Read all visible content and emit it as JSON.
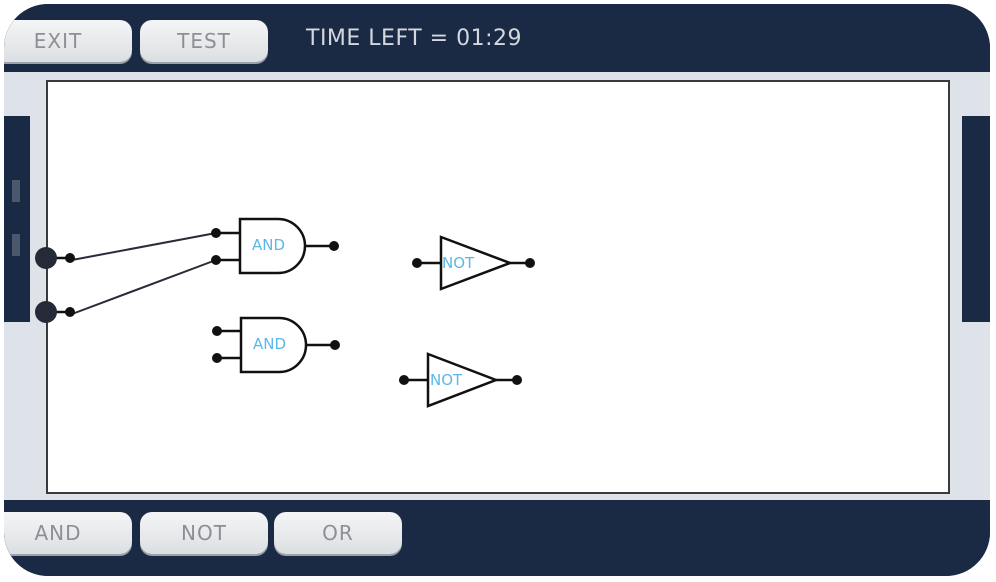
{
  "toolbar": {
    "exit_label": "EXIT",
    "test_label": "TEST",
    "timer_text": "TIME LEFT = 01:29"
  },
  "palette": {
    "and_label": "AND",
    "not_label": "NOT",
    "or_label": "OR"
  },
  "circuit": {
    "gates": [
      {
        "type": "AND",
        "label": "AND"
      },
      {
        "type": "AND",
        "label": "AND"
      },
      {
        "type": "NOT",
        "label": "NOT"
      },
      {
        "type": "NOT",
        "label": "NOT"
      }
    ]
  },
  "colors": {
    "bar_background": "#1b2a44",
    "frame": "#dde3e8",
    "gate_text": "#5bb8e8",
    "button_text": "#8c9096"
  }
}
